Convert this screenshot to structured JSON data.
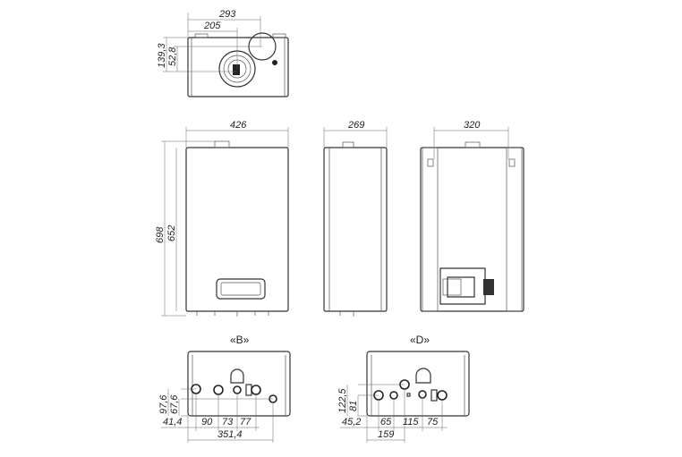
{
  "top_view": {
    "dims": {
      "width_total": "293",
      "flue_offset": "205",
      "depth_total": "139,3",
      "flue_depth": "52,8"
    }
  },
  "front_view": {
    "dims": {
      "width": "426",
      "height_total": "698",
      "height_body": "652"
    }
  },
  "side_view": {
    "dims": {
      "depth": "269"
    }
  },
  "back_view": {
    "dims": {
      "width": "320"
    }
  },
  "view_b": {
    "title": "«B»",
    "dims": {
      "h1": "97,6",
      "h2": "67,6",
      "x1": "41,4",
      "x2": "90",
      "x3": "73",
      "x4": "77",
      "total": "351,4"
    }
  },
  "view_d": {
    "title": "«D»",
    "dims": {
      "h1": "122,5",
      "h2": "81",
      "x1": "45,2",
      "x2": "65",
      "x3": "115",
      "x4": "75",
      "total": "159"
    }
  }
}
